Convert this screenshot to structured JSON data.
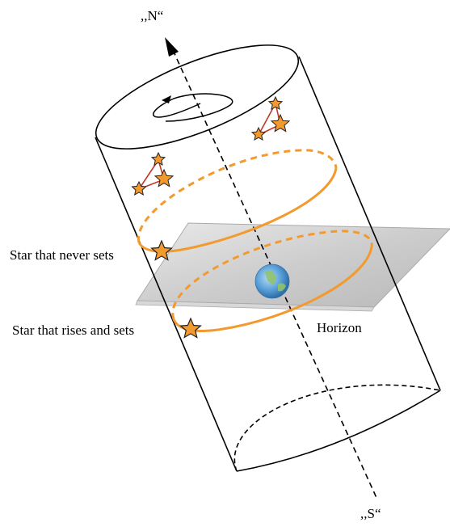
{
  "labels": {
    "north": ",,N“",
    "south": ",,S“",
    "never_sets": "Star that never sets",
    "rises_sets": "Star that rises and sets",
    "horizon": "Horizon"
  },
  "colors": {
    "orbit": "#f29a2e",
    "star_fill": "#f29a2e",
    "star_stroke": "#222222",
    "constellation_line": "#c0392b",
    "plane": "#cfcfcf",
    "earth_ocean": "#5aa0d8",
    "earth_land": "#8fc36a",
    "outline": "#000000"
  },
  "icons": {
    "rotation": "rotation-arrow-icon",
    "earth": "earth-icon",
    "star": "star-icon"
  }
}
